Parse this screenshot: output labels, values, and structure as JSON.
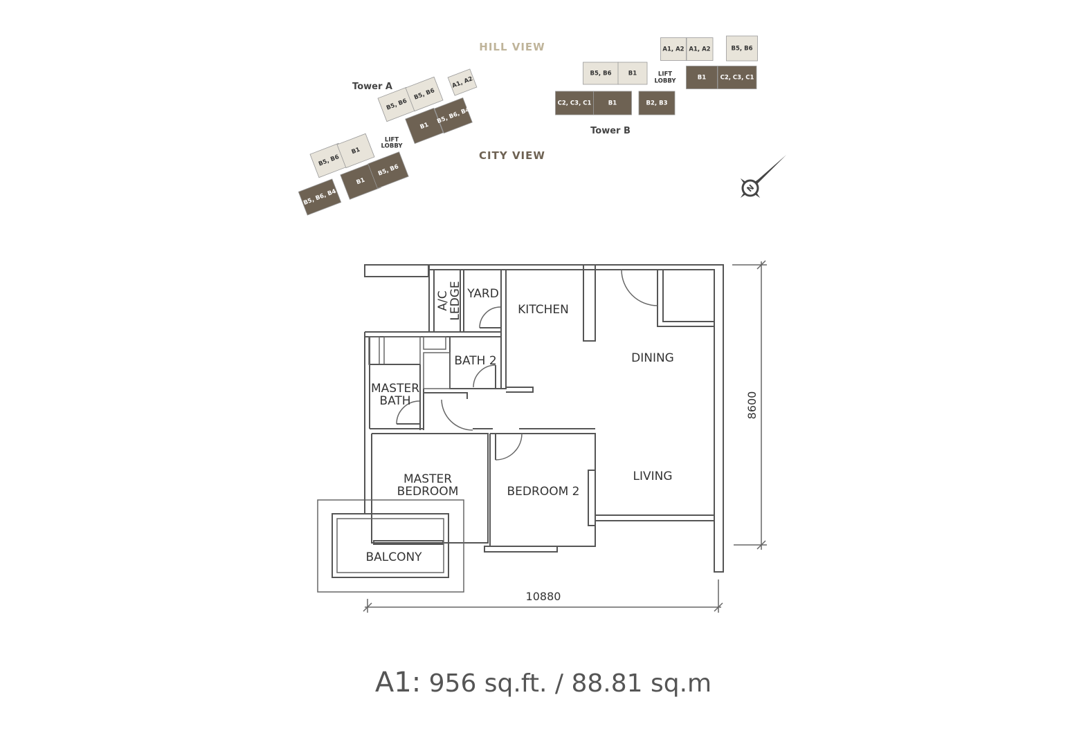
{
  "colors": {
    "light_unit": "#e8e4da",
    "dark_unit": "#6e6253",
    "hill_view": "#bfb49a",
    "city_view": "#6e6253",
    "wall": "#555555"
  },
  "key_plan": {
    "hill_view": "HILL VIEW",
    "city_view": "CITY VIEW",
    "tower_a": {
      "label": "Tower A",
      "lift_lobby": [
        "LIFT",
        "LOBBY"
      ],
      "units": [
        {
          "label": "B5, B6",
          "tone": "light"
        },
        {
          "label": "B5, B6",
          "tone": "light"
        },
        {
          "label": "A1, A2",
          "tone": "light"
        },
        {
          "label": "B1",
          "tone": "dark"
        },
        {
          "label": "B5, B6, B4",
          "tone": "dark"
        },
        {
          "label": "B5, B6",
          "tone": "light"
        },
        {
          "label": "B1",
          "tone": "light"
        },
        {
          "label": "B1",
          "tone": "dark"
        },
        {
          "label": "B5, B6",
          "tone": "dark"
        },
        {
          "label": "B5, B6, B4",
          "tone": "dark"
        }
      ]
    },
    "tower_b": {
      "label": "Tower B",
      "lift_lobby": [
        "LIFT",
        "LOBBY"
      ],
      "units": [
        {
          "label": "B5, B6",
          "tone": "light"
        },
        {
          "label": "B1",
          "tone": "light"
        },
        {
          "label": "A1, A2",
          "tone": "light"
        },
        {
          "label": "A1, A2",
          "tone": "light"
        },
        {
          "label": "B5, B6",
          "tone": "light"
        },
        {
          "label": "C2, C3, C1",
          "tone": "dark"
        },
        {
          "label": "B1",
          "tone": "dark"
        },
        {
          "label": "B2, B3",
          "tone": "dark"
        },
        {
          "label": "B1",
          "tone": "dark"
        },
        {
          "label": "C2, C3, C1",
          "tone": "dark"
        }
      ]
    },
    "compass": {
      "icon": "north-compass-icon",
      "label": "N"
    }
  },
  "floor_plan": {
    "rooms": {
      "ac_ledge": [
        "A/C",
        "LEDGE"
      ],
      "yard": "YARD",
      "kitchen": "KITCHEN",
      "dining": "DINING",
      "bath2": "BATH 2",
      "master_bath": [
        "MASTER",
        "BATH"
      ],
      "master_bedroom": [
        "MASTER",
        "BEDROOM"
      ],
      "bedroom2": "BEDROOM 2",
      "living": "LIVING",
      "balcony": "BALCONY"
    },
    "dimensions": {
      "width": "10880",
      "depth": "8600"
    }
  },
  "title": {
    "unit": "A1:",
    "area": "956 sq.ft. / 88.81 sq.m"
  }
}
